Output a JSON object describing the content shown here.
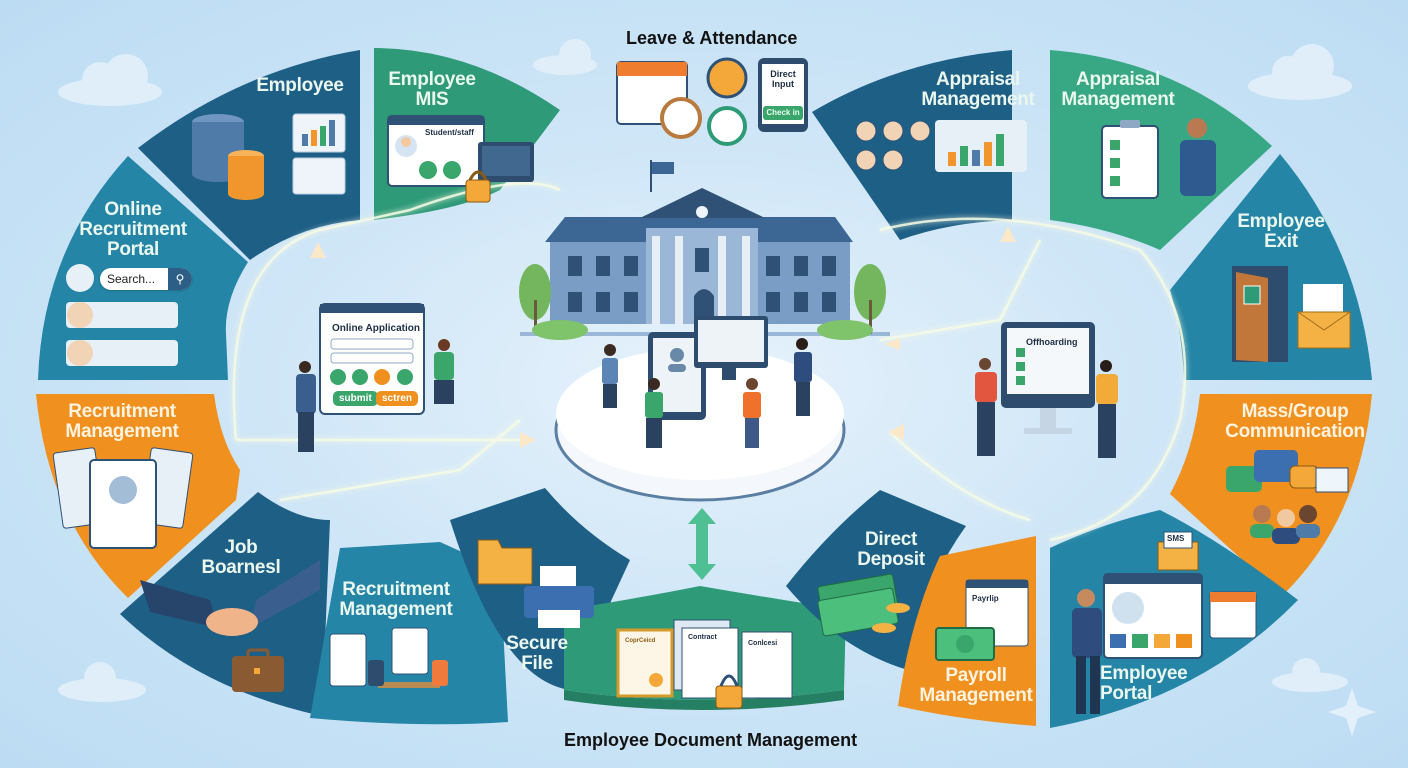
{
  "diagram": {
    "center": {
      "name": "campus-building",
      "description": "University building with platform of staff using devices"
    },
    "headings": {
      "top": "Leave & Attendance",
      "bottom": "Employee Document Management"
    },
    "segments": [
      {
        "id": "employee",
        "label": "Employee",
        "color": "#1e5f86"
      },
      {
        "id": "employee-mis",
        "label_line1": "Employee",
        "label_line2": "MIS",
        "color": "#2e9a78"
      },
      {
        "id": "appraisal-1",
        "label_line1": "Appraisal",
        "label_line2": "Management",
        "color": "#1e5f86"
      },
      {
        "id": "appraisal-2",
        "label_line1": "Appraisal",
        "label_line2": "Management",
        "color": "#37a883"
      },
      {
        "id": "online-recruitment-portal",
        "label_line1": "Online",
        "label_line2": "Recruitment",
        "label_line3": "Portal",
        "color": "#2485a6"
      },
      {
        "id": "employee-exit",
        "label_line1": "Employee",
        "label_line2": "Exit",
        "color": "#2485a6"
      },
      {
        "id": "recruitment-management-1",
        "label_line1": "Recruitment",
        "label_line2": "Management",
        "color": "#f0901f"
      },
      {
        "id": "mass-group-communication",
        "label_line1": "Mass/Group",
        "label_line2": "Communication",
        "color": "#f0901f"
      },
      {
        "id": "job-boards",
        "label_line1": "Job",
        "label_line2": "Boarnesl",
        "color": "#1e5f86"
      },
      {
        "id": "recruitment-management-2",
        "label_line1": "Recruitment",
        "label_line2": "Management",
        "color": "#2485a6"
      },
      {
        "id": "secure-file",
        "label_line1": "Secure",
        "label_line2": "File",
        "color": "#1e5f86"
      },
      {
        "id": "document-management",
        "label": "Employee Document Management",
        "color": "#2e9a78"
      },
      {
        "id": "direct-deposit",
        "label_line1": "Direct",
        "label_line2": "Deposit",
        "color": "#1e5f86"
      },
      {
        "id": "payroll-management",
        "label_line1": "Payroll",
        "label_line2": "Management",
        "color": "#f0901f"
      },
      {
        "id": "employee-portal",
        "label_line1": "Employee",
        "label_line2": "Portal",
        "color": "#2485a6"
      }
    ],
    "details": {
      "mis_card_title": "Student/staff",
      "direct_input_line1": "Direct",
      "direct_input_line2": "Input",
      "check_in_button": "Check in",
      "search_placeholder": "Search...",
      "online_application_title": "Online Application",
      "submit_button": "submit",
      "action_button": "sctren",
      "offboarding_title": "Offhoarding",
      "certificate_label": "CoprCeicd",
      "contract_label_1": "Contract",
      "contract_label_2": "Conlcesi",
      "payslip_label": "Payrlip",
      "sms_label": "SMS"
    },
    "palette": {
      "background": "#c4e0f5",
      "navy": "#1e5f86",
      "teal": "#2485a6",
      "green": "#2e9a78",
      "orange": "#f0901f",
      "connector_glow": "#f4f9e0"
    }
  }
}
